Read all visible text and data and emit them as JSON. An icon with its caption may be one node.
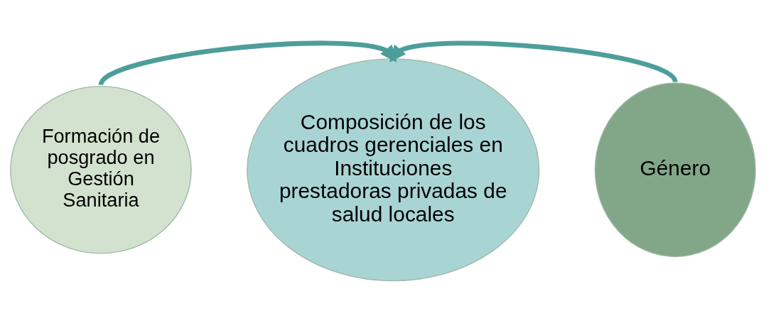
{
  "diagram": {
    "nodes": [
      {
        "text": [
          "Formación de posgrado en Gestión Sanitaria"
        ]
      },
      {
        "text": [
          "Composición de los cuadros gerenciales en Instituciones prestadoras privadas de salud locales"
        ]
      },
      {
        "text": [
          "Género"
        ]
      }
    ],
    "edges": [
      {
        "from": 0,
        "to": 1,
        "arrow": "to"
      },
      {
        "from": 2,
        "to": 1,
        "arrow": "to"
      }
    ]
  }
}
